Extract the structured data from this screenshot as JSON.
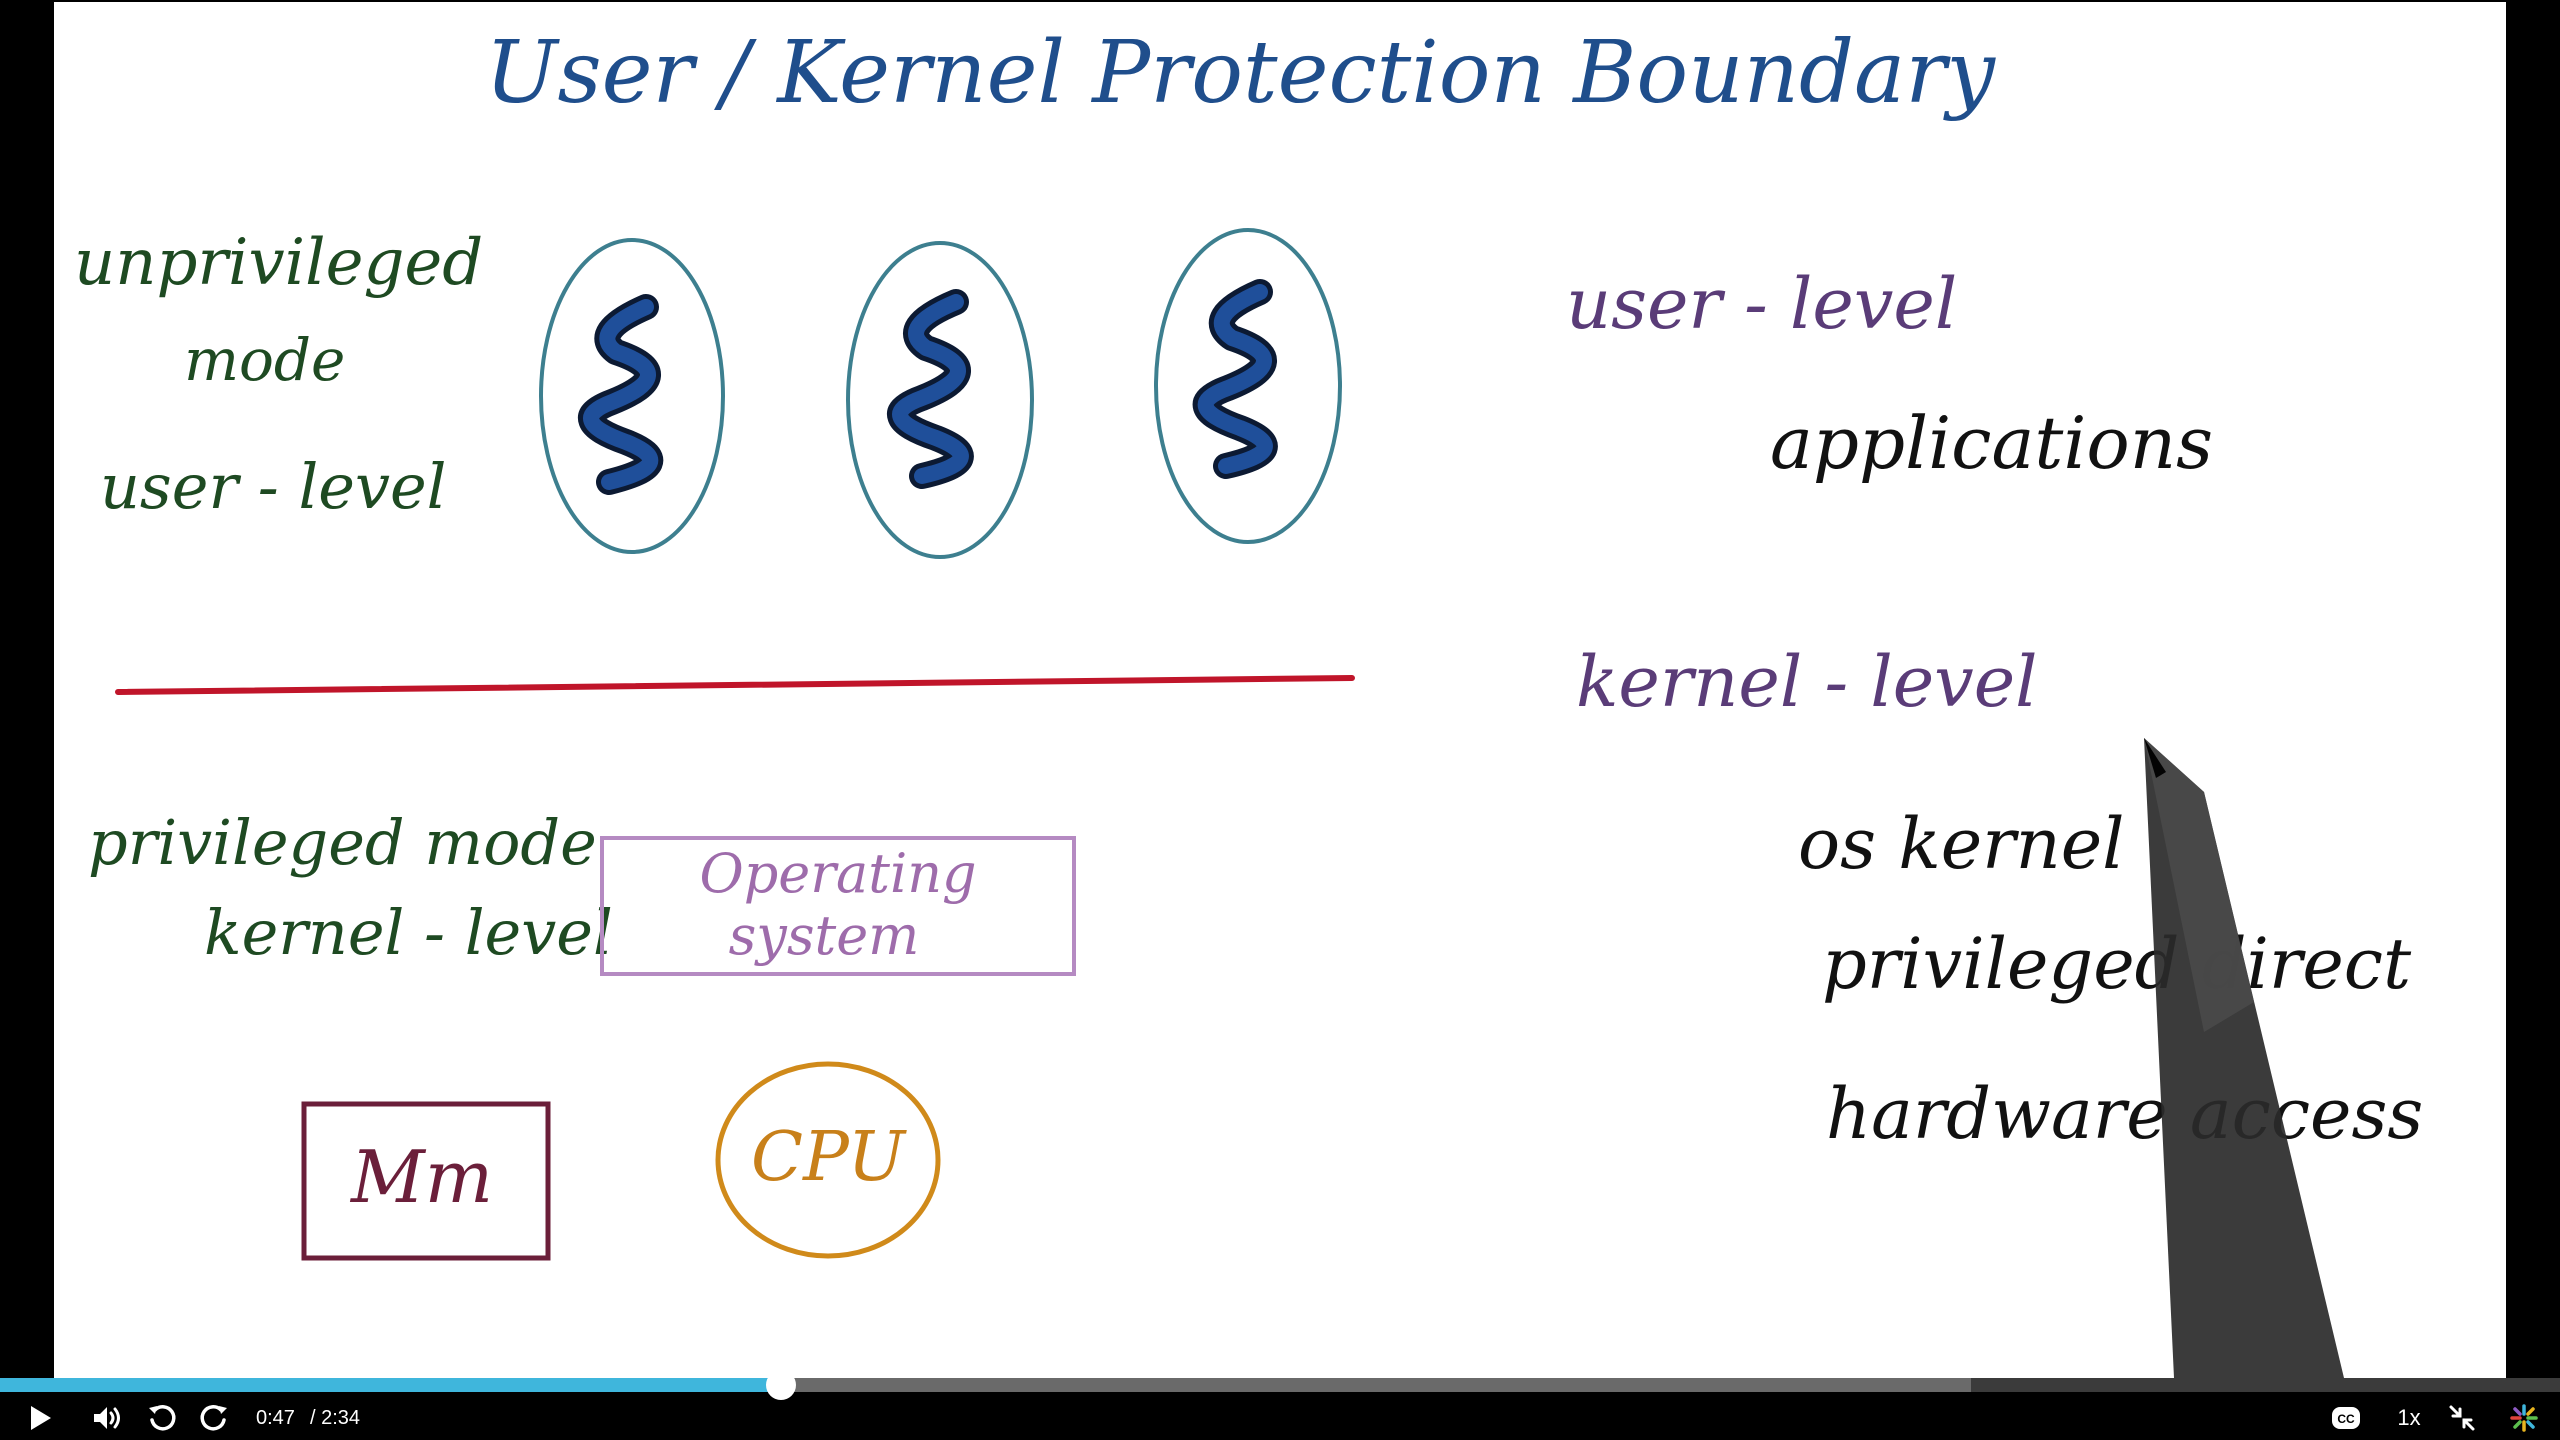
{
  "board": {
    "title": "User / Kernel   Protection   Boundary",
    "left_labels": {
      "unprivileged": "unprivileged",
      "mode": "mode",
      "user_level": "user - level",
      "privileged_mode": "privileged mode",
      "kernel_level": "kernel - level"
    },
    "os_box_line1": "Operating",
    "os_box_line2": "system",
    "mm_box": "Mm",
    "cpu_circle": "CPU",
    "right_notes": {
      "user_level": "user - level",
      "applications": "applications",
      "kernel_level": "kernel - level",
      "os_kernel": "os  kernel",
      "privileged_direct": "privileged  direct",
      "hardware_access": "hardware  access"
    },
    "colors": {
      "title": "#1f4e8c",
      "green_labels": "#1e4a22",
      "purple_notes": "#5a3c78",
      "boundary_line": "#c0152a",
      "ellipse": "#3d7f8f",
      "thread_fill": "#1f4f9a",
      "os_box": "#b58ac2",
      "mm_box": "#6b1f3a",
      "cpu": "#d08a1a",
      "notes_black": "#111111"
    }
  },
  "player": {
    "current_time": "0:47",
    "duration": "/ 2:34",
    "progress": 0.3051,
    "buffered": 0.77,
    "speed": "1x",
    "accent_color": "#3fb6dc",
    "icons": {
      "play": "play-icon",
      "volume": "volume-icon",
      "rewind": "rewind-10-icon",
      "forward": "forward-10-icon",
      "captions": "captions-icon",
      "exit_fullscreen": "exit-fullscreen-icon",
      "brand": "brand-logo-icon"
    }
  }
}
